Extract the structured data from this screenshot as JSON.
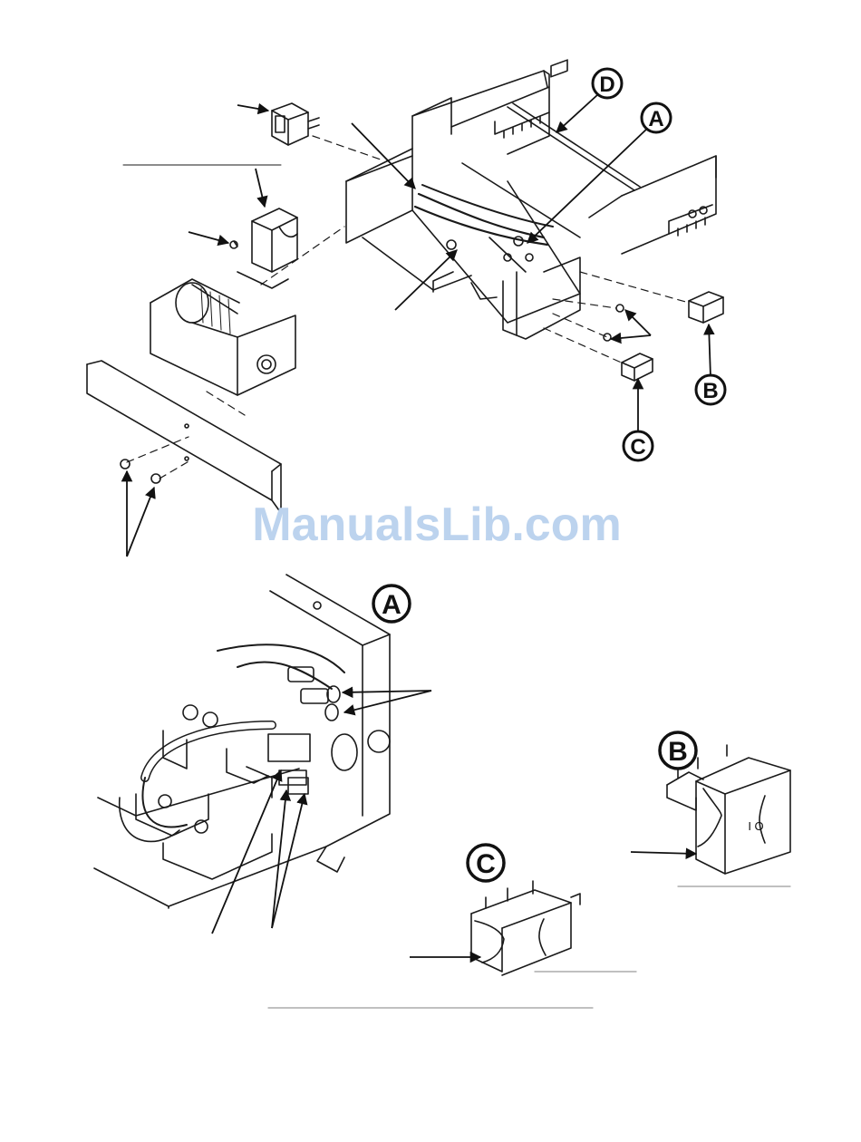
{
  "callouts": {
    "A_top": "A",
    "B_top": "B",
    "C_top": "C",
    "D_top": "D",
    "A_detail": "A",
    "B_detail": "B",
    "C_detail": "C"
  },
  "switch_b_mark": "I O",
  "watermark": "ManualsLib.com",
  "colors": {
    "line": "#1a1a1a",
    "watermark": "#bcd3ee",
    "rule": "#9a9a9a"
  }
}
